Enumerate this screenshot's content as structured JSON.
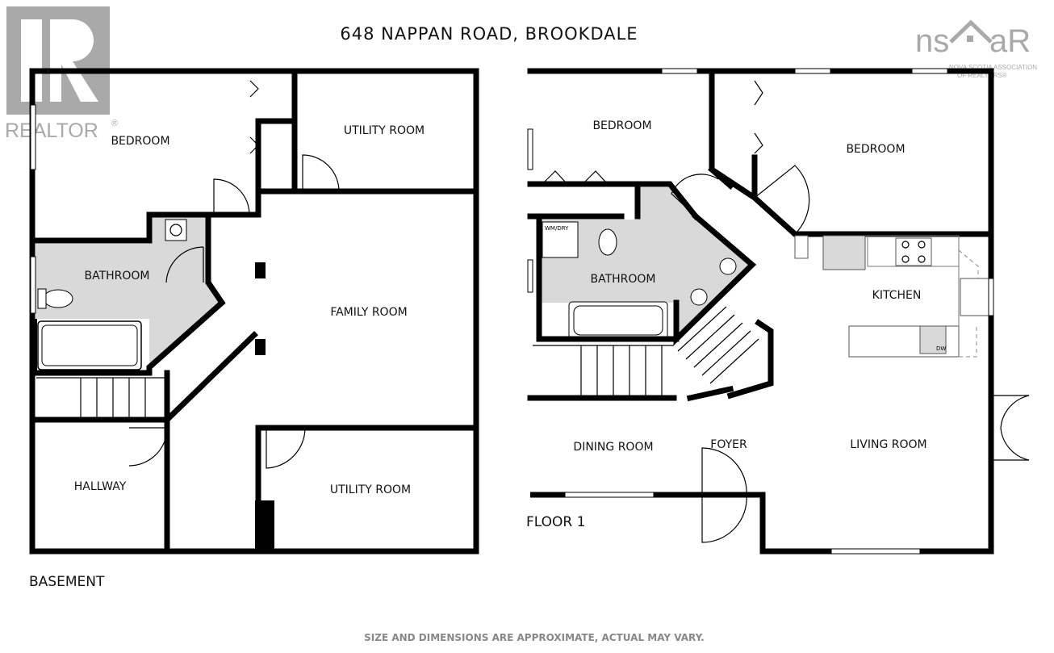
{
  "title": "648 NAPPAN ROAD, BROOKDALE",
  "footer": "SIZE AND DIMENSIONS ARE APPROXIMATE, ACTUAL MAY VARY.",
  "logos": {
    "realtor": "REALTOR®",
    "nsar": "nsar",
    "nsar_sub1": "NOVA SCOTIA ASSOCIATION",
    "nsar_sub2": "OF REALTORS®"
  },
  "basement": {
    "label": "BASEMENT",
    "rooms": {
      "bedroom": "BEDROOM",
      "utility_top": "UTILITY ROOM",
      "bathroom": "BATHROOM",
      "family": "FAMILY ROOM",
      "hallway": "HALLWAY",
      "utility_bottom": "UTILITY ROOM"
    }
  },
  "floor1": {
    "label": "FLOOR 1",
    "rooms": {
      "bedroom_left": "BEDROOM",
      "bedroom_right": "BEDROOM",
      "bathroom": "BATHROOM",
      "kitchen": "KITCHEN",
      "dining": "DINING ROOM",
      "foyer": "FOYER",
      "living": "LIVING ROOM"
    },
    "fixtures": {
      "washer_dryer": "WM/DRY",
      "dishwasher": "DW"
    }
  },
  "colors": {
    "wall": "#000000",
    "wet_area": "#d9d9d9",
    "logo": "#a9a9a9"
  }
}
